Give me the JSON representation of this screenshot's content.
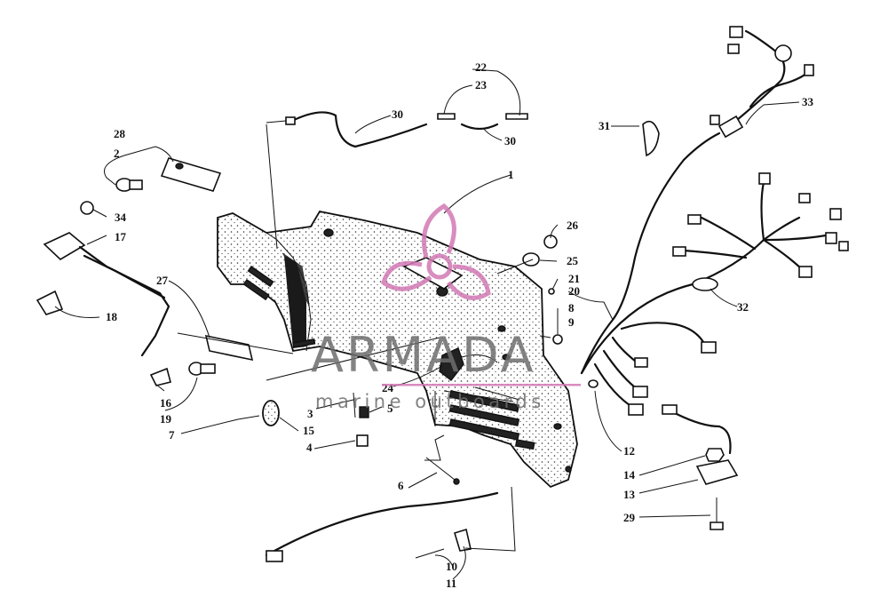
{
  "callouts": {
    "c1": "1",
    "c2": "2",
    "c3": "3",
    "c4": "4",
    "c5": "5",
    "c6": "6",
    "c7": "7",
    "c8": "8",
    "c9": "9",
    "c10": "10",
    "c11": "11",
    "c12": "12",
    "c13": "13",
    "c14": "14",
    "c15": "15",
    "c16": "16",
    "c17": "17",
    "c18": "18",
    "c19": "19",
    "c20": "20",
    "c21": "21",
    "c22": "22",
    "c23": "23",
    "c24": "24",
    "c25": "25",
    "c26": "26",
    "c27": "27",
    "c28": "28",
    "c29": "29",
    "c30a": "30",
    "c30b": "30",
    "c31": "31",
    "c32": "32",
    "c33": "33",
    "c34": "34"
  },
  "watermark": {
    "brand": "ARMADA",
    "tagline": "marine outboards",
    "accent_color": "#d279b4",
    "text_color": "#6e6e6e",
    "logo_icon": "propeller-logo-icon"
  }
}
